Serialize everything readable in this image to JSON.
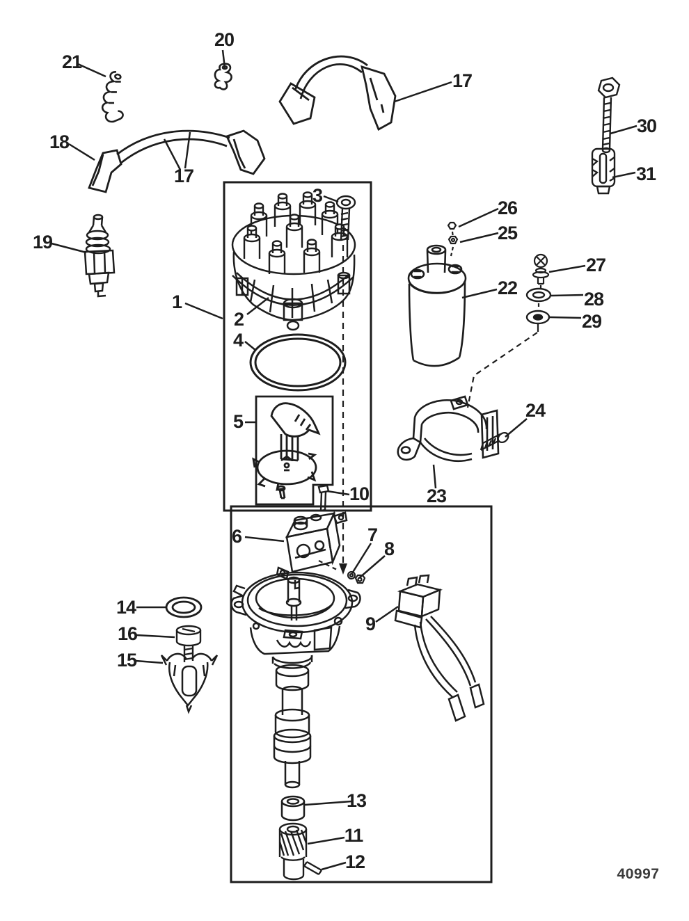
{
  "figure": {
    "drawing_number": "40997",
    "background": "#ffffff",
    "ink": "#1d1d1d"
  },
  "callouts": [
    {
      "label": "1"
    },
    {
      "label": "2"
    },
    {
      "label": "3"
    },
    {
      "label": "4"
    },
    {
      "label": "5"
    },
    {
      "label": "6"
    },
    {
      "label": "7"
    },
    {
      "label": "8"
    },
    {
      "label": "9"
    },
    {
      "label": "10"
    },
    {
      "label": "11"
    },
    {
      "label": "12"
    },
    {
      "label": "13"
    },
    {
      "label": "14"
    },
    {
      "label": "15"
    },
    {
      "label": "16"
    },
    {
      "label": "17"
    },
    {
      "label": "17"
    },
    {
      "label": "18"
    },
    {
      "label": "19"
    },
    {
      "label": "20"
    },
    {
      "label": "21"
    },
    {
      "label": "22"
    },
    {
      "label": "23"
    },
    {
      "label": "24"
    },
    {
      "label": "25"
    },
    {
      "label": "26"
    },
    {
      "label": "27"
    },
    {
      "label": "28"
    },
    {
      "label": "29"
    },
    {
      "label": "30"
    },
    {
      "label": "31"
    }
  ]
}
